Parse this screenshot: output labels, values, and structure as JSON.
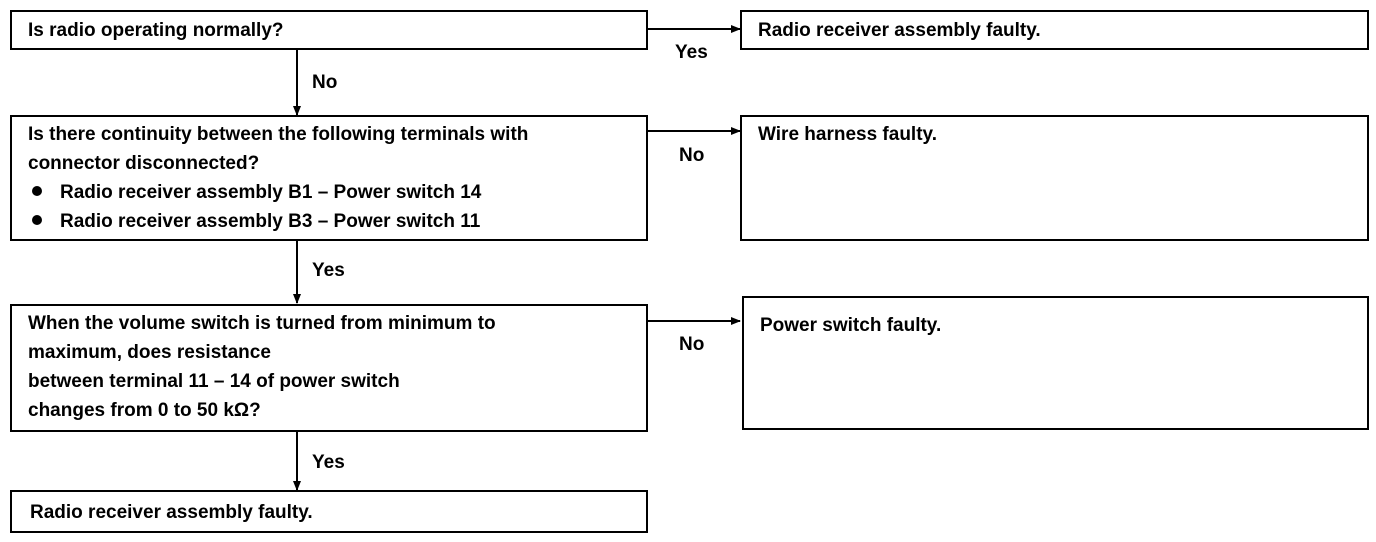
{
  "q1": {
    "text": "Is radio operating normally?"
  },
  "r1": {
    "text": "Radio receiver assembly faulty."
  },
  "q2": {
    "line1": "Is there continuity between the following terminals with",
    "line2": "connector disconnected?",
    "bullets": [
      "Radio receiver assembly B1 – Power switch 14",
      "Radio receiver assembly B3 – Power switch 11"
    ]
  },
  "r2": {
    "text": "Wire harness faulty."
  },
  "q3": {
    "lines": [
      "When the volume switch is turned from minimum to",
      "maximum, does resistance",
      "between terminal 11 – 14 of power switch",
      "changes from 0 to 50 kΩ?"
    ]
  },
  "r3": {
    "text": "Power switch faulty."
  },
  "r4": {
    "text": "Radio receiver assembly faulty."
  },
  "edges": {
    "q1_right": "Yes",
    "q1_down": "No",
    "q2_right": "No",
    "q2_down": "Yes",
    "q3_right": "No",
    "q3_down": "Yes"
  }
}
